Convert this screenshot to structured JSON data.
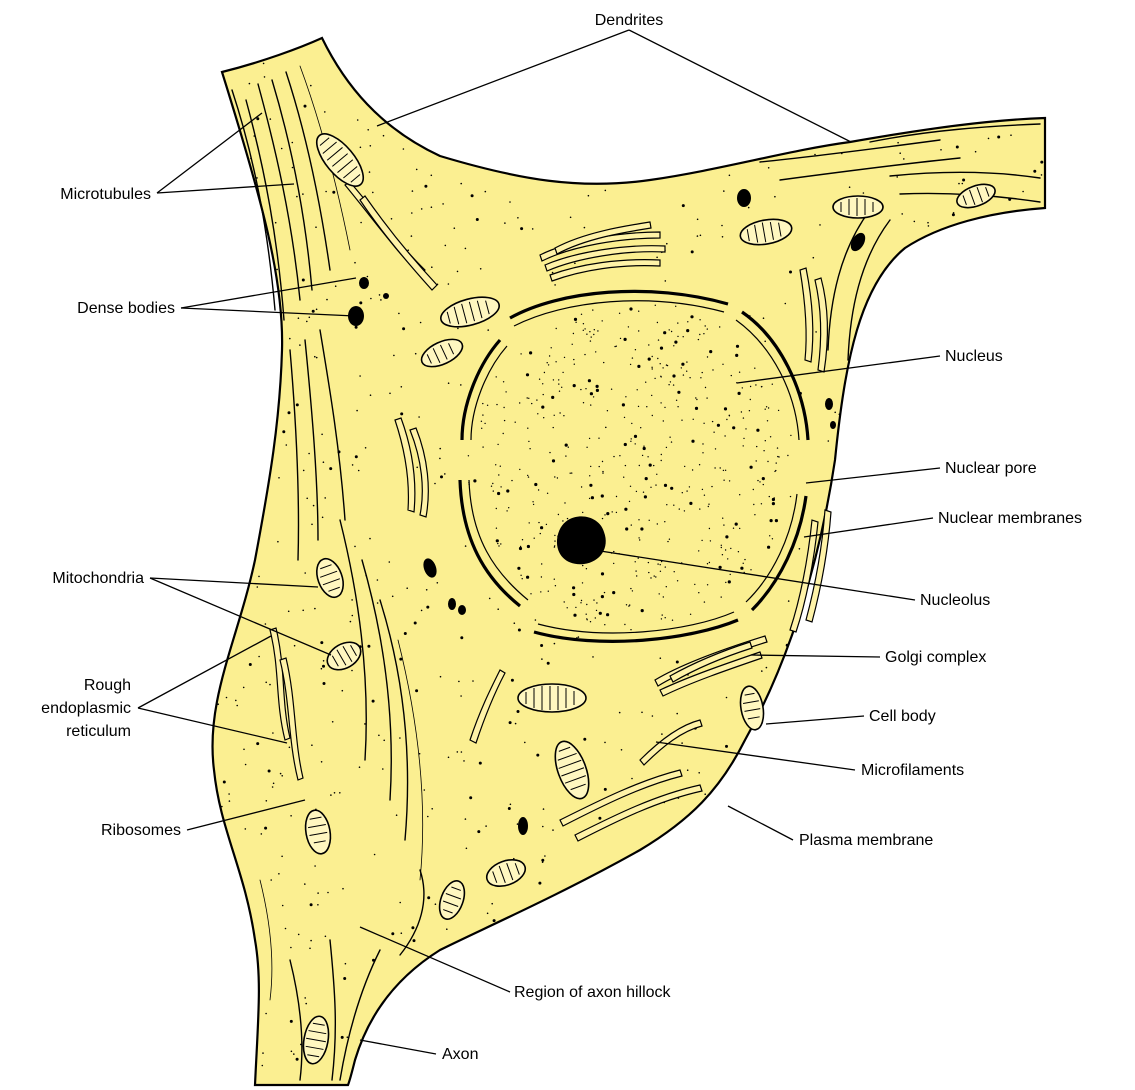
{
  "labels": {
    "dendrites": "Dendrites",
    "microtubules": "Microtubules",
    "dense_bodies": "Dense bodies",
    "nucleus": "Nucleus",
    "nuclear_pore": "Nuclear pore",
    "nuclear_membranes": "Nuclear membranes",
    "mitochondria": "Mitochondria",
    "nucleolus": "Nucleolus",
    "golgi_complex": "Golgi complex",
    "rer_line1": "Rough",
    "rer_line2": "endoplasmic",
    "rer_line3": "reticulum",
    "cell_body": "Cell body",
    "microfilaments": "Microfilaments",
    "ribosomes": "Ribosomes",
    "plasma_membrane": "Plasma membrane",
    "axon_hillock": "Region of axon hillock",
    "axon": "Axon"
  },
  "colors": {
    "cytoplasm": "#fbef91",
    "outline": "#000000",
    "background": "#ffffff"
  }
}
